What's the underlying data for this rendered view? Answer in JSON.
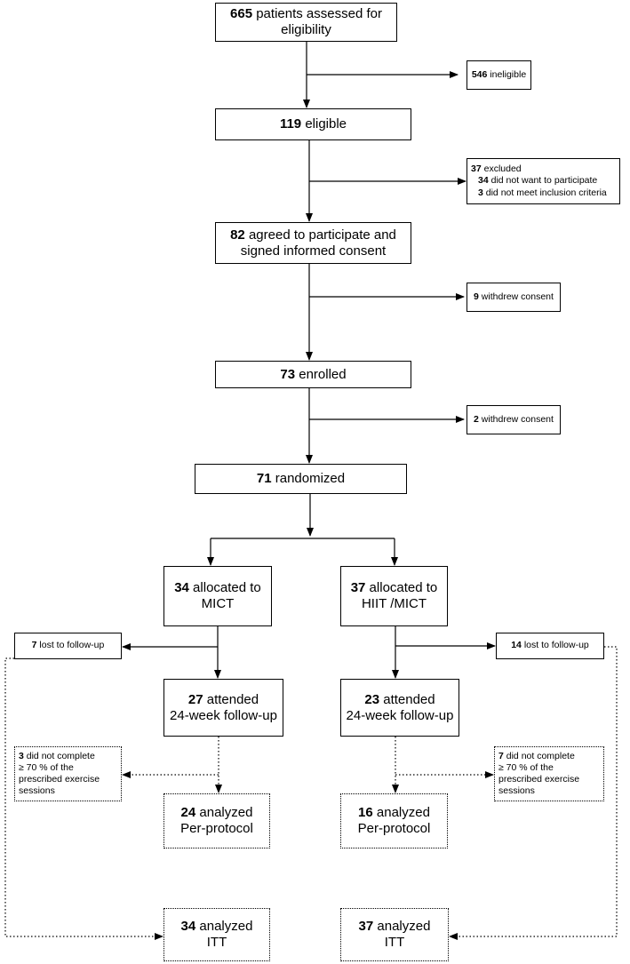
{
  "boxes": {
    "assessed": {
      "n": "665",
      "text": " patients assessed for",
      "line2": "eligibility"
    },
    "ineligible": {
      "n": "546",
      "text": " ineligible"
    },
    "eligible": {
      "n": "119",
      "text": " eligible"
    },
    "excluded": {
      "n": "37",
      "text": " excluded",
      "r1n": "34",
      "r1": " did not want to participate",
      "r2n": "3",
      "r2": " did not meet inclusion criteria"
    },
    "agreed": {
      "n": "82",
      "text": " agreed to participate and",
      "line2": "signed informed consent"
    },
    "withdrew1": {
      "n": "9",
      "text": " withdrew consent"
    },
    "enrolled": {
      "n": "73",
      "text": " enrolled"
    },
    "withdrew2": {
      "n": "2",
      "text": " withdrew consent"
    },
    "randomized": {
      "n": "71",
      "text": " randomized"
    },
    "alloc_mict": {
      "n": "34",
      "text": " allocated to",
      "line2": "MICT"
    },
    "alloc_hiit": {
      "n": "37",
      "text": " allocated to",
      "line2": "HIIT /MICT"
    },
    "lost_mict": {
      "n": "7",
      "text": " lost to follow-up"
    },
    "lost_hiit": {
      "n": "14",
      "text": " lost to follow-up"
    },
    "att_mict": {
      "n": "27",
      "text": " attended",
      "line2": "24-week follow-up"
    },
    "att_hiit": {
      "n": "23",
      "text": " attended",
      "line2": "24-week follow-up"
    },
    "nc_mict": {
      "n": "3",
      "text": " did not complete",
      "line2": "≥ 70 % of the",
      "line3": "prescribed exercise",
      "line4": "sessions"
    },
    "nc_hiit": {
      "n": "7",
      "text": " did not complete",
      "line2": "≥ 70 % of the",
      "line3": "prescribed exercise",
      "line4": "sessions"
    },
    "pp_mict": {
      "n": "24",
      "text": " analyzed",
      "line2": "Per-protocol"
    },
    "pp_hiit": {
      "n": "16",
      "text": " analyzed",
      "line2": "Per-protocol"
    },
    "itt_mict": {
      "n": "34",
      "text": " analyzed",
      "line2": "ITT"
    },
    "itt_hiit": {
      "n": "37",
      "text": " analyzed",
      "line2": "ITT"
    }
  }
}
